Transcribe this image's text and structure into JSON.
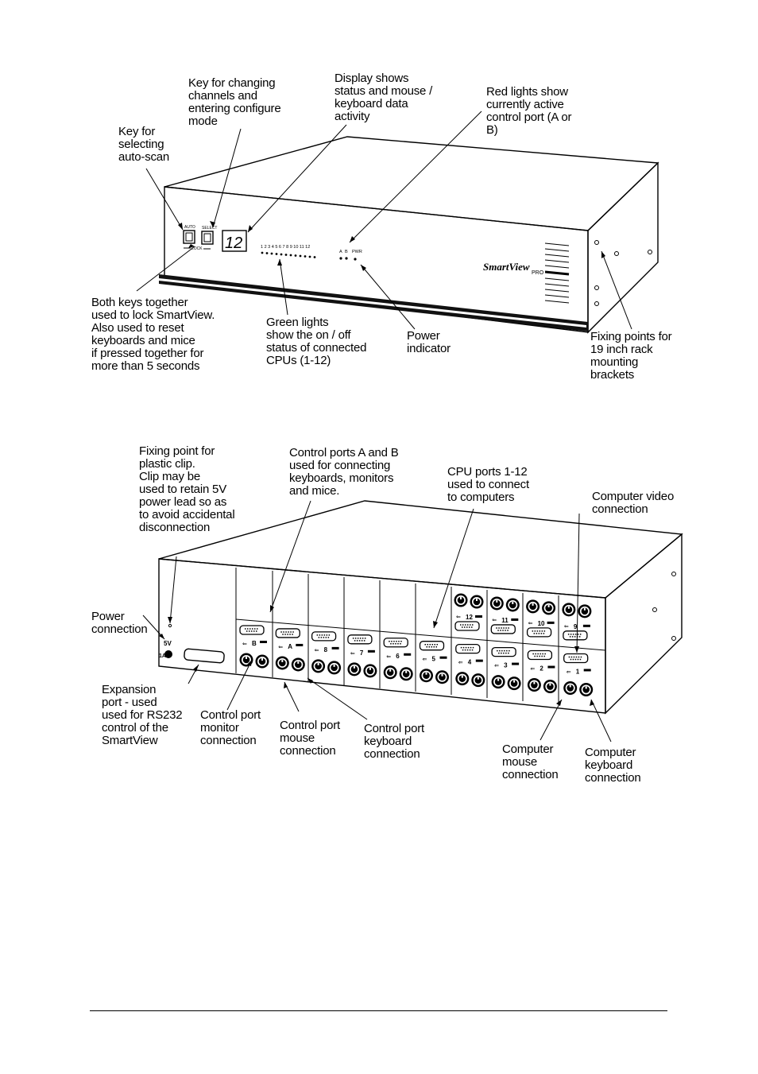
{
  "front": {
    "labels": {
      "changing_key": "Key for changing\nchannels and\nentering configure\nmode",
      "display": "Display shows\nstatus and mouse /\nkeyboard data\nactivity",
      "red_lights": "Red lights show\ncurrently active\ncontrol port (A or\nB)",
      "autoscan_key": "Key for\nselecting\nauto-scan",
      "both_keys": "Both keys together\nused to lock SmartView.\nAlso used to reset\nkeyboards and mice\nif pressed together for\nmore than 5 seconds",
      "green_lights": "Green lights\nshow the on / off\nstatus of connected\nCPUs (1-12)",
      "power_indicator": "Power\nindicator",
      "fixing_points": "Fixing points for\n19 inch rack\nmounting\nbrackets"
    },
    "panel": {
      "auto": "AUTO",
      "select": "SELECT",
      "lock": "LOCK",
      "display_digits": "12",
      "cpu_numbers": "1 2 3 4 5 6 7 8 9 10 11 12",
      "port_a": "A",
      "port_b": "B",
      "pwr": "PWR",
      "brand": "SmartView",
      "brand_suffix": "PRO"
    }
  },
  "rear": {
    "labels": {
      "fixing_clip": "Fixing point for\nplastic clip.\nClip may be\nused to retain 5V\npower lead so as\nto avoid accidental\ndisconnection",
      "control_ports": "Control ports A and B\nused for connecting\nkeyboards, monitors\nand mice.",
      "cpu_ports": "CPU ports 1-12\nused to connect\nto computers",
      "computer_video": "Computer video\nconnection",
      "power_connection": "Power\nconnection",
      "expansion_port": "Expansion\nport - used\nused for RS232\ncontrol of the\nSmartView",
      "cp_monitor": "Control port\nmonitor\nconnection",
      "cp_mouse": "Control port\nmouse\nconnection",
      "cp_keyboard": "Control port\nkeyboard\nconnection",
      "computer_mouse": "Computer\nmouse\nconnection",
      "computer_keyboard": "Computer\nkeyboard\nconnection"
    },
    "panel": {
      "v5": "5V",
      "a1": "1A",
      "upper_ports": [
        "12",
        "11",
        "10",
        "9"
      ],
      "lower_ports": [
        "B",
        "A",
        "8",
        "7",
        "6",
        "5",
        "4",
        "3",
        "2",
        "1"
      ]
    }
  }
}
